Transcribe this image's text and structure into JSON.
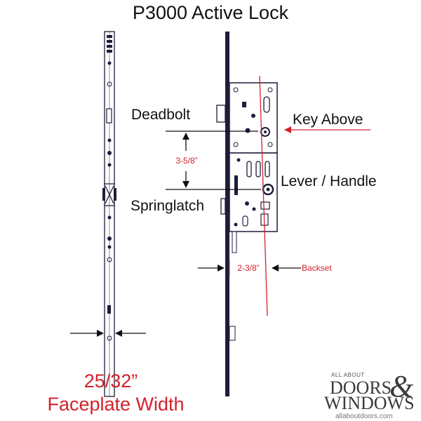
{
  "title": "P3000 Active Lock",
  "labels": {
    "deadbolt": "Deadbolt",
    "key_above": "Key Above",
    "lever_handle": "Lever / Handle",
    "springlatch": "Springlatch"
  },
  "dimensions": {
    "vertical_spacing": "3-5/8”",
    "backset_value": "2-3/8”",
    "backset_label": "Backset"
  },
  "faceplate": {
    "width": "25/32”",
    "caption": "Faceplate Width"
  },
  "logo": {
    "line1": "ALL ABOUT",
    "doors": "DOORS",
    "amp": "&",
    "windows": "WINDOWS",
    "url": "allaboutdoors.com"
  },
  "colors": {
    "outline": "#1d1d3a",
    "accent": "#d4202a"
  }
}
